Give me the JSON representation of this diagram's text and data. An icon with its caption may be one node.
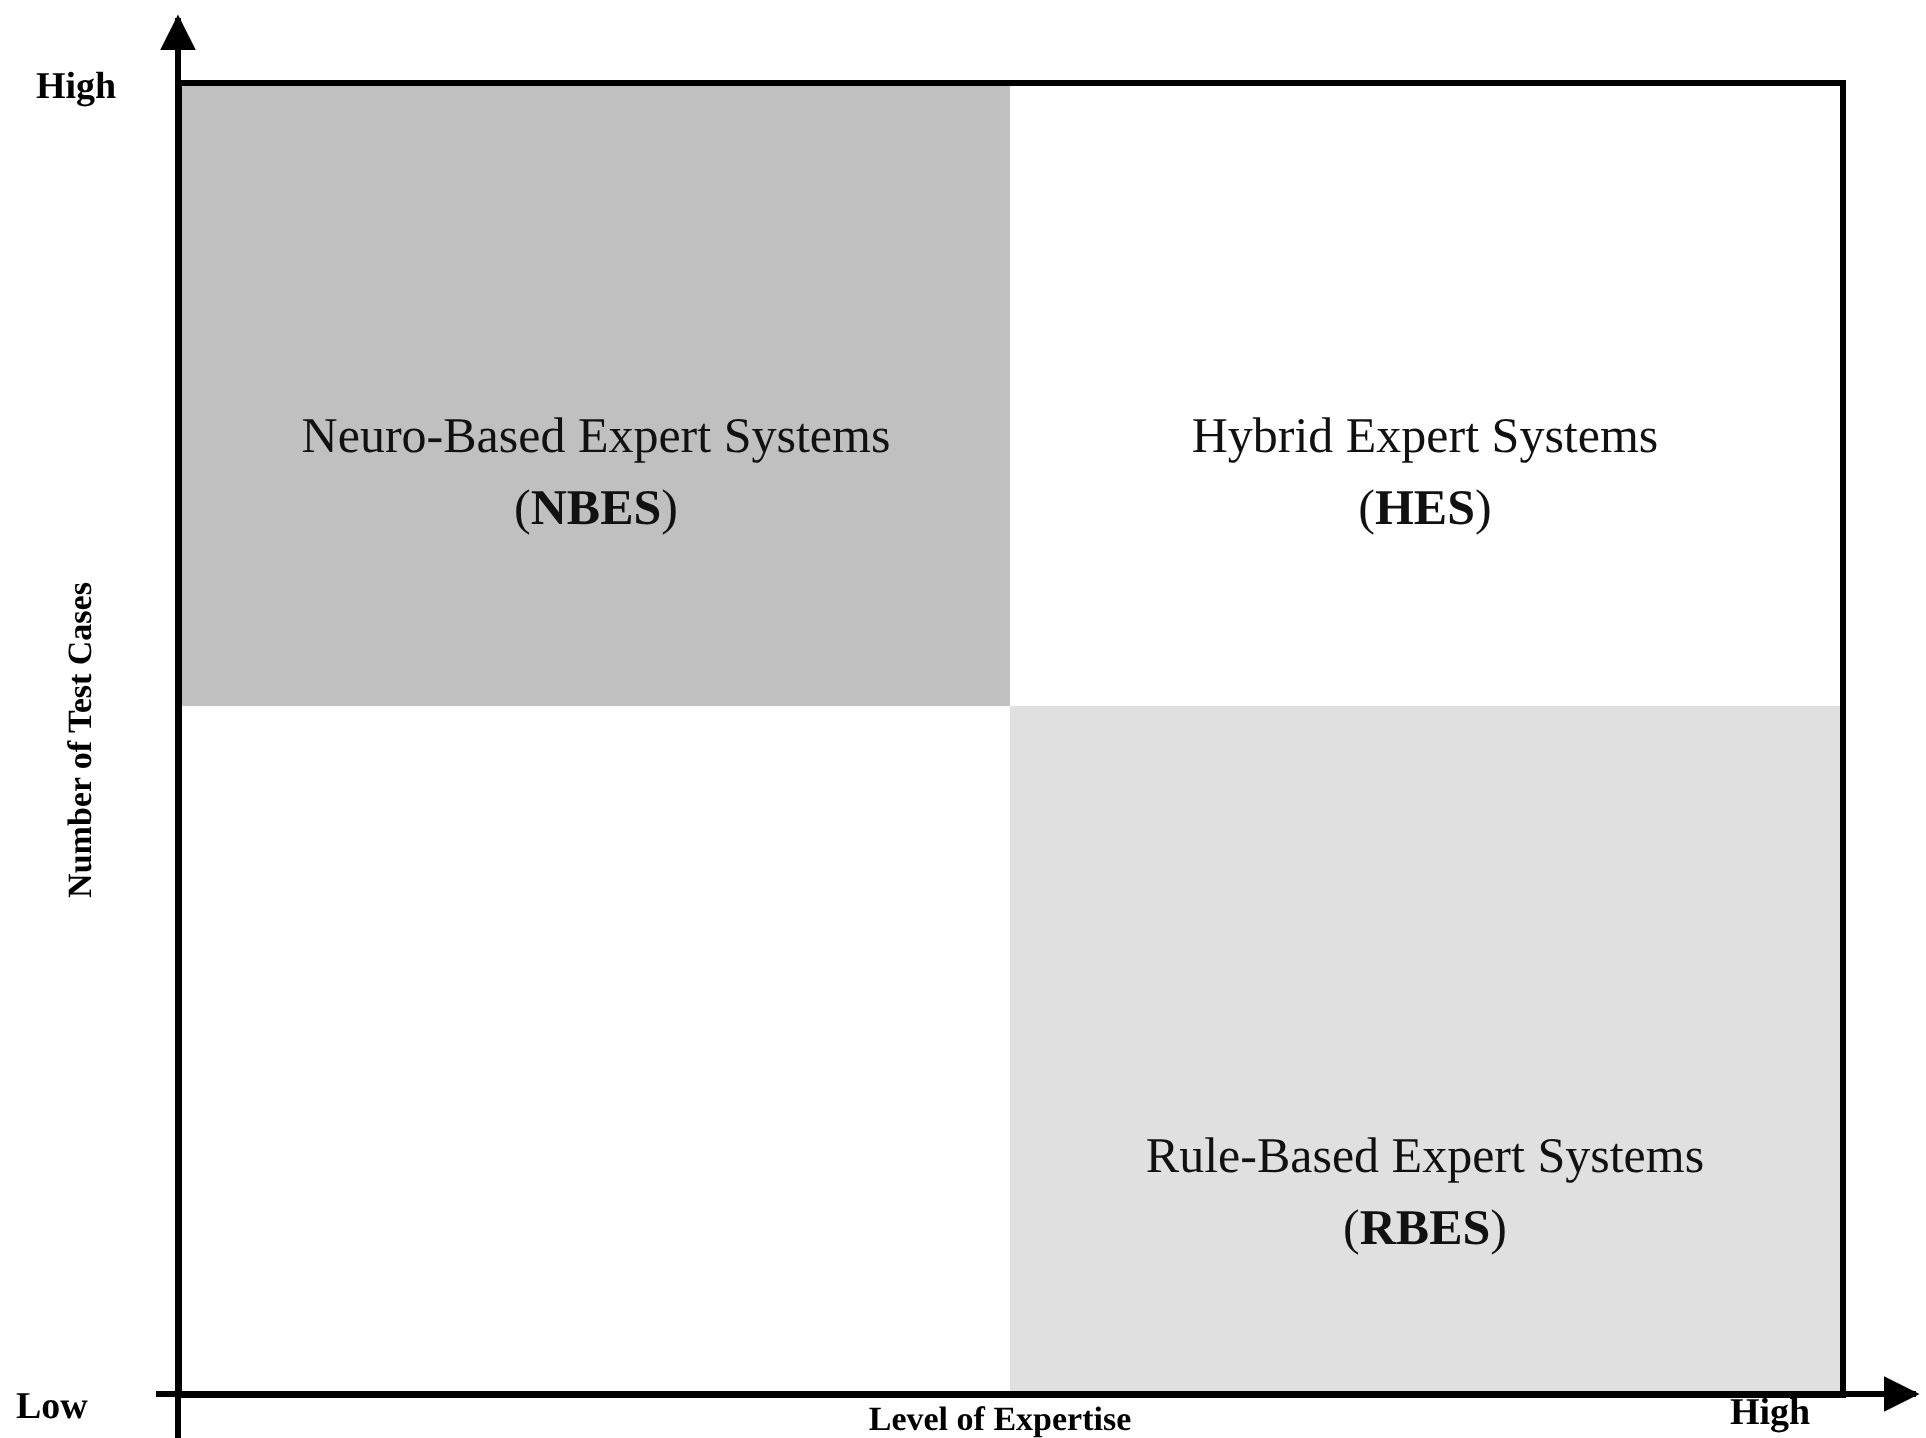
{
  "diagram": {
    "nodes": [
      {
        "text": [
          "Neuro-Based Expert Systems",
          "(**NBES**)"
        ]
      },
      {
        "text": [
          "Hybrid Expert Systems",
          "(**HES**)"
        ]
      },
      {
        "text": [],
        "shape": "box"
      },
      {
        "text": [
          "Rule-Based Expert Systems",
          "(**RBES**)"
        ]
      }
    ],
    "edges": [],
    "labels": [
      "High",
      "Number of Test Cases",
      "Low",
      "Level of Expertise",
      "High"
    ]
  }
}
